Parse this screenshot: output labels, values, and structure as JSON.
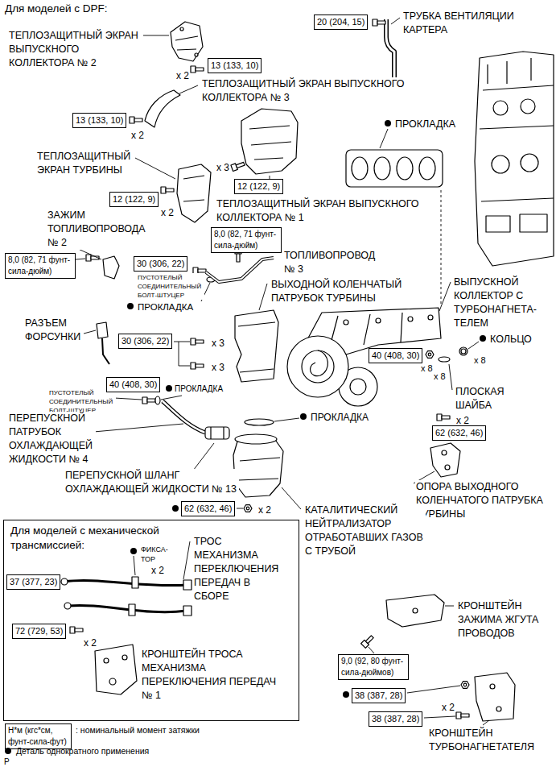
{
  "diagram": {
    "title": "Для моделей с DPF:",
    "nodes": [
      {
        "text": [
          "20 (204, 15)"
        ]
      },
      {
        "text": [
          "13 (133, 10)"
        ]
      },
      {
        "text": [
          "13 (133, 10)"
        ]
      },
      {
        "text": [
          "12 (122, 9)"
        ]
      },
      {
        "text": [
          "12 (122, 9)"
        ]
      },
      {
        "text": [
          "8,0 (82, 71 фунт- сила-дюйм)"
        ]
      },
      {
        "text": [
          "8,0 (82, 71 фунт- сила-дюйм)"
        ]
      },
      {
        "text": [
          "30 (306, 22)"
        ]
      },
      {
        "text": [
          "30 (306, 22)"
        ]
      },
      {
        "text": [
          "40 (408, 30)"
        ]
      },
      {
        "text": [
          "40 (408, 30)"
        ]
      },
      {
        "text": [
          "62 (632, 46)"
        ]
      },
      {
        "text": [
          "62 (632, 46)"
        ]
      },
      {
        "text": [
          "Для моделей с механической трансмиссией:"
        ]
      },
      {
        "text": [
          "37 (377, 23)"
        ],
        "in": 13
      },
      {
        "text": [
          "72 (729, 53)"
        ],
        "in": 13
      },
      {
        "text": [
          "9,0 (92, 80 фунт- сила-дюймов)"
        ]
      },
      {
        "text": [
          "38 (387, 28)"
        ]
      },
      {
        "text": [
          "38 (387, 28)"
        ]
      },
      {
        "text": [
          "Н*м (кгс*см, фунт-сила-фут)"
        ]
      }
    ],
    "labels": [
      "ТЕПЛОЗАЩИТНЫЙ ЭКРАН ВЫПУСКНОГО КОЛЛЕКТОРА № 2",
      "ТРУБКА ВЕНТИЛЯЦИИ КАРТЕРА",
      "x 2",
      "ТЕПЛОЗАЩИТНЫЙ ЭКРАН ВЫПУСКНОГО КОЛЛЕКТОРА № 3",
      "x 2",
      "ПРОКЛАДКА",
      "ТЕПЛОЗАЩИТНЫЙ ЭКРАН ТУРБИНЫ",
      "x 3",
      "x 2",
      "ТЕПЛОЗАЩИТНЫЙ ЭКРАН ВЫПУСКНОГО КОЛЛЕКТОРА № 1",
      "ЗАЖИМ ТОПЛИВОПРОВОДА № 2",
      "ПУСТОТЕЛЫЙ СОЕДИНИТЕЛЬНЫЙ БОЛТ-ШТУЦЕР",
      "ТОПЛИВОПРОВОД № 3",
      "ВЫХОДНОЙ КОЛЕНЧАТЫЙ ПАТРУБОК ТУРБИНЫ",
      "ПРОКЛАДКА",
      "РАЗЪЕМ ФОРСУНКИ",
      "x 3",
      "x 3",
      "ВЫПУСКНОЙ КОЛЛЕКТОР С ТУРБОНАГНЕТА- ТЕЛЕМ",
      "КОЛЬЦО",
      "x 8",
      "x 8",
      "x 8",
      "ПЛОСКАЯ ШАЙБА",
      "ПУСТОТЕЛЫЙ СОЕДИНИТЕЛЬНЫЙ БОЛТ-ШТУЦЕР",
      "ПРОКЛАДКА",
      "ПЕРЕПУСКНОЙ ПАТРУБОК ОХЛАЖДАЮЩЕЙ ЖИДКОСТИ № 4",
      "ПРОКЛАДКА",
      "x 2",
      "ПЕРЕПУСКНОЙ ШЛАНГ ОХЛАЖДАЮЩЕЙ ЖИДКОСТИ № 13",
      "ОПОРА ВЫХОДНОГО КОЛЕНЧАТОГО ПАТРУБКА ТУРБИНЫ",
      "x 2",
      "КАТАЛИТИЧЕСКИЙ НЕЙТРАЛИЗАТОР ОТРАБОТАВШИХ ГАЗОВ С ТРУБОЙ",
      "ФИКСА- ТОР",
      "ТРОС МЕХАНИЗМА ПЕРЕКЛЮЧЕНИЯ ПЕРЕДАЧ В СБОРЕ",
      "x 2",
      "x 2",
      "КРОНШТЕЙН ТРОСА МЕХАНИЗМА ПЕРЕКЛЮЧЕНИЯ ПЕРЕДАЧ № 1",
      "КРОНШТЕЙН ЗАЖИМА ЖГУТА ПРОВОДОВ",
      "x 2",
      "КРОНШТЕЙН ТУРБОНАГНЕТАТЕЛЯ",
      "P"
    ],
    "legend": [
      {
        "text": ": номинальный момент затяжки"
      },
      {
        "text": "Деталь однократного применения"
      }
    ]
  }
}
